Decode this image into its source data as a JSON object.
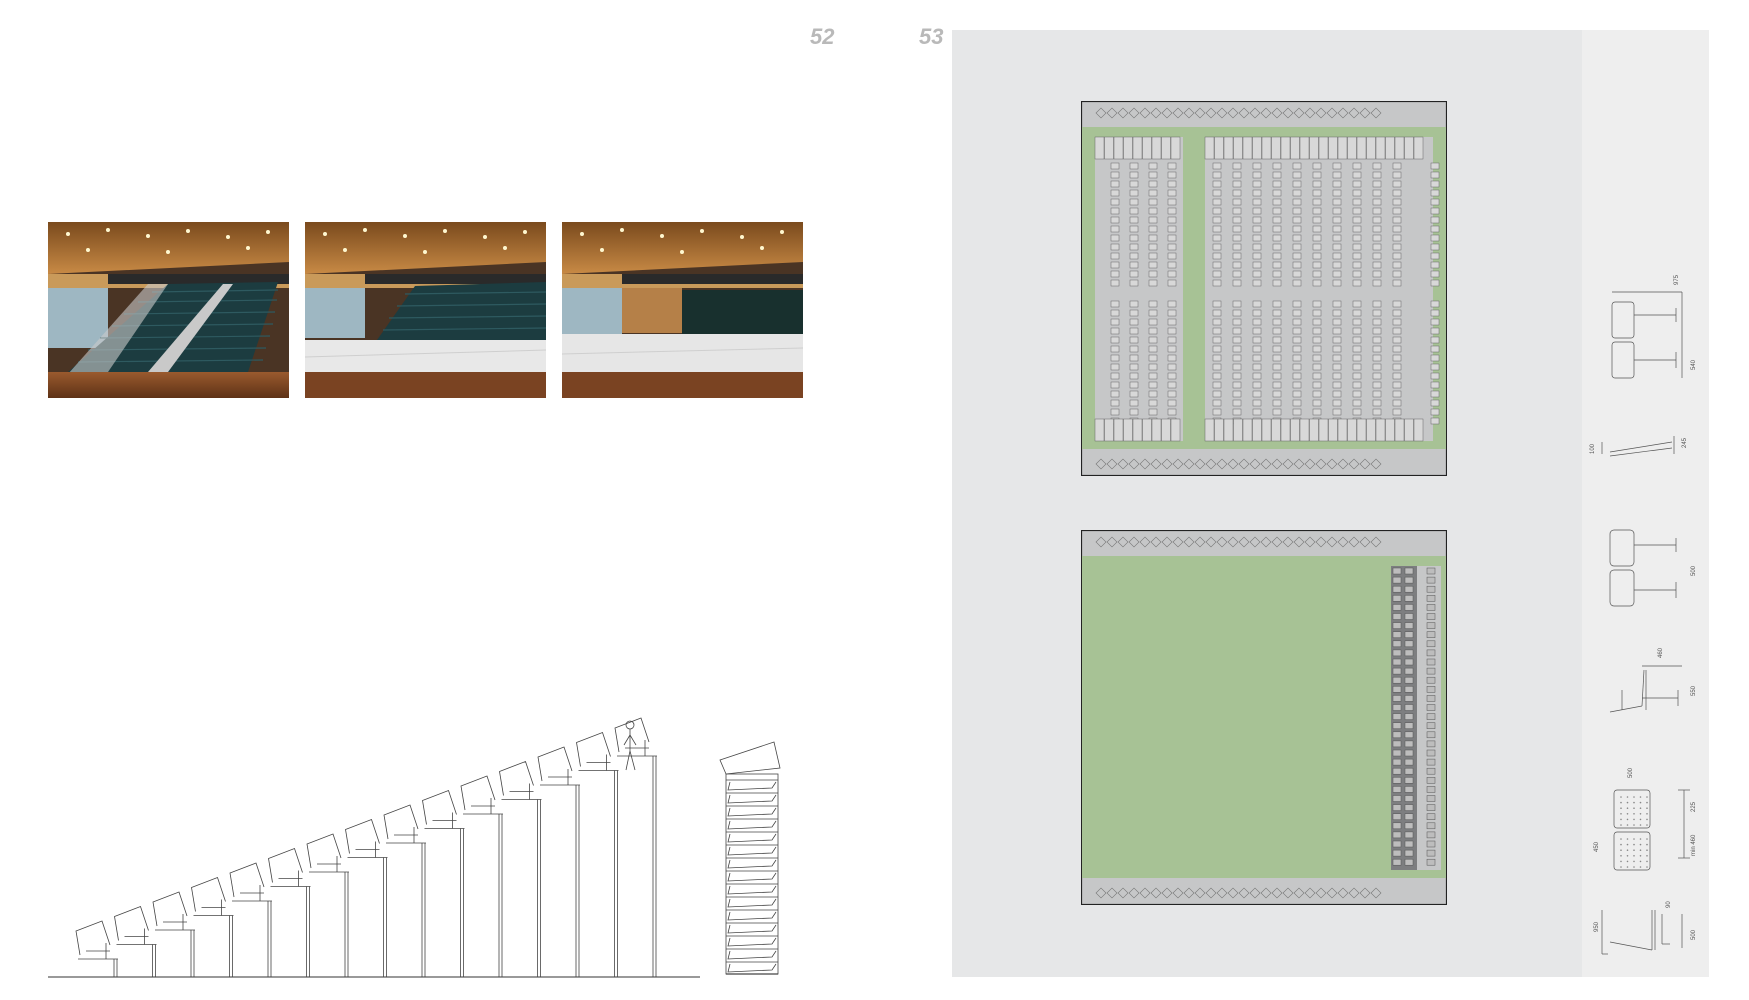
{
  "pages": {
    "left_number": "52",
    "right_number": "53"
  },
  "photos": [
    {
      "description": "Hall with telescopic seating extended"
    },
    {
      "description": "Hall with seating partially retracted"
    },
    {
      "description": "Hall with seating fully retracted"
    }
  ],
  "colors": {
    "panel_bg": "#e6e7e8",
    "floor_green": "#a7c295",
    "plan_gray": "#c6c7c8",
    "page_number": "#b9b9b9"
  },
  "dimensions": {
    "d975": "975",
    "d540": "540",
    "d100": "100",
    "d245": "245",
    "d500a": "500",
    "d460": "460",
    "d550": "550",
    "d500b": "500",
    "d225": "225",
    "d450": "450",
    "dmin460": "min 460",
    "d950": "950",
    "d90": "90",
    "d500c": "500"
  }
}
